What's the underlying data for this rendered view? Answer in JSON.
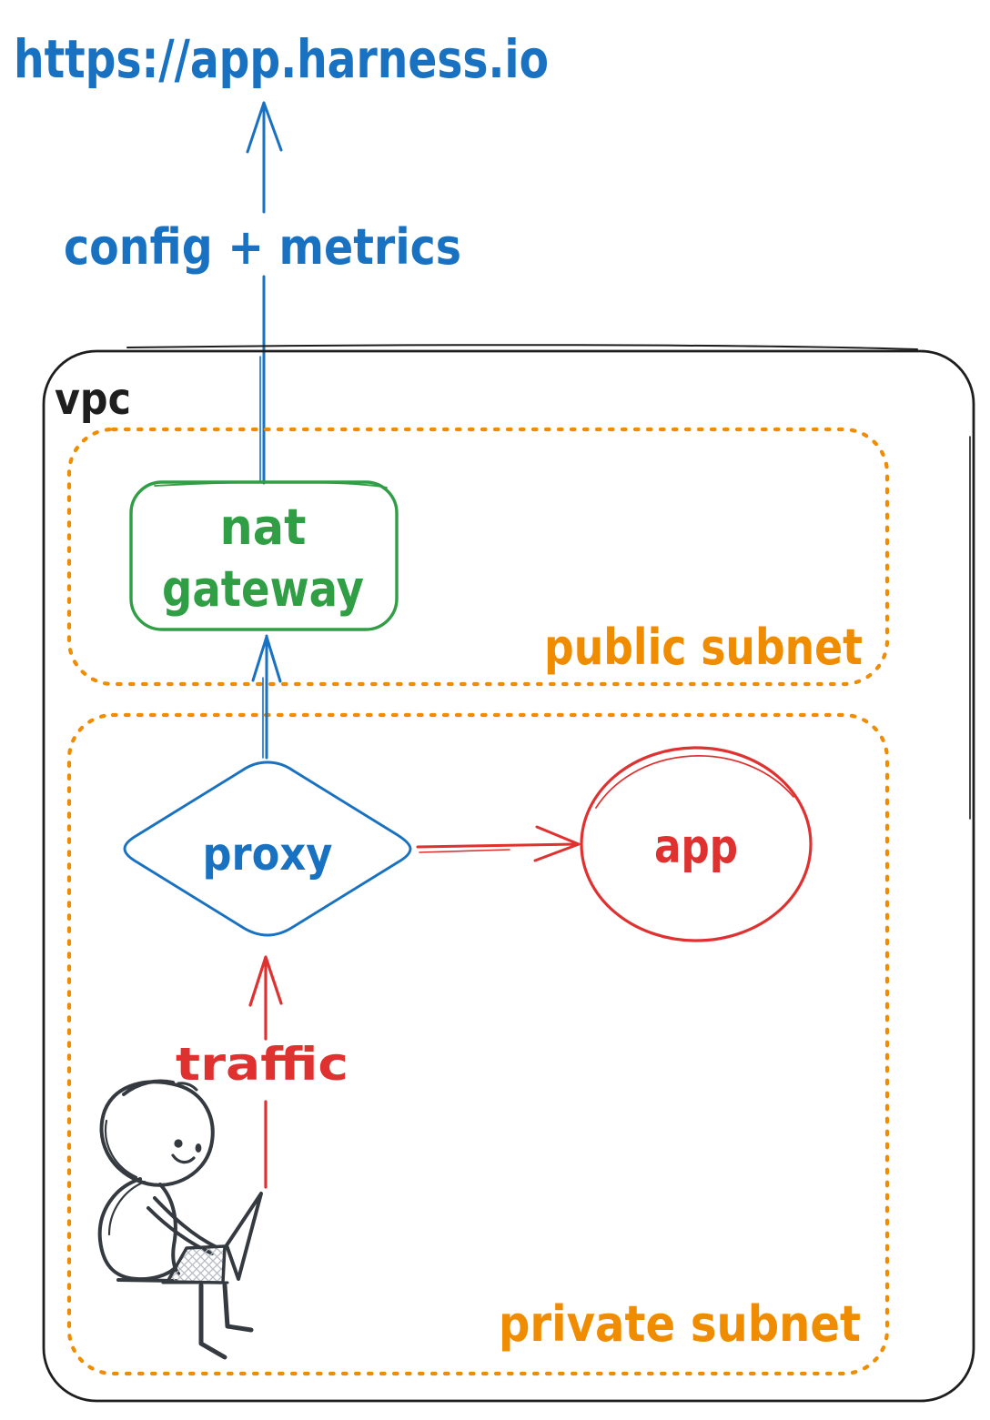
{
  "colors": {
    "blue": "#1971c2",
    "green": "#2f9e44",
    "orange": "#f08c00",
    "red": "#e03131",
    "ink": "#1e1e1e",
    "sketch": "#343a40",
    "hatch": "#b6bcc4"
  },
  "diagram": {
    "destination_url": "https://app.harness.io",
    "config_metrics_arrow_label": "config + metrics",
    "traffic_arrow_label": "traffic",
    "vpc": {
      "label": "vpc",
      "public_subnet": {
        "label": "public subnet",
        "nat_gateway": {
          "label_line1": "nat",
          "label_line2": "gateway"
        }
      },
      "private_subnet": {
        "label": "private subnet",
        "proxy": {
          "label": "proxy"
        },
        "app": {
          "label": "app"
        }
      }
    }
  }
}
